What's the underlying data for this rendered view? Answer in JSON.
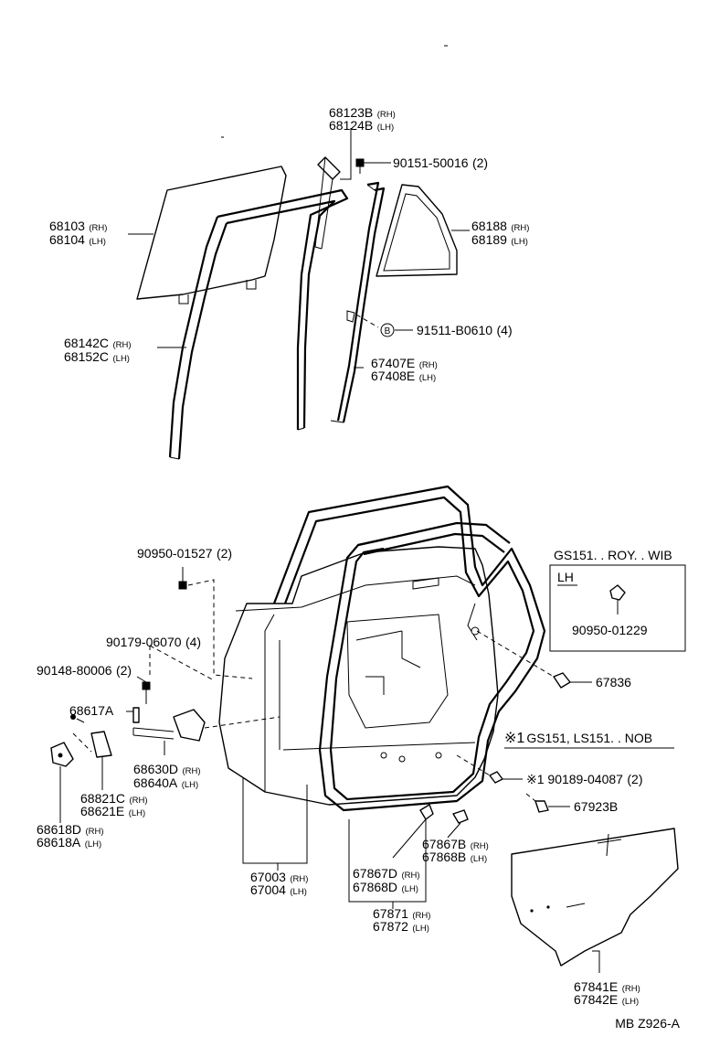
{
  "diagram_code": "MB  Z926-A",
  "parts": {
    "p68123B": {
      "number": "68123B",
      "suffix": "(RH)"
    },
    "p68124B": {
      "number": "68124B",
      "suffix": "(LH)"
    },
    "p90151": {
      "number": "90151-50016",
      "suffix": "(2)"
    },
    "p68103": {
      "number": "68103",
      "suffix": "(RH)"
    },
    "p68104": {
      "number": "68104",
      "suffix": "(LH)"
    },
    "p68188": {
      "number": "68188",
      "suffix": "(RH)"
    },
    "p68189": {
      "number": "68189",
      "suffix": "(LH)"
    },
    "p91511": {
      "number": "91511-B0610",
      "suffix": "(4)"
    },
    "p68142C": {
      "number": "68142C",
      "suffix": "(RH)"
    },
    "p68152C": {
      "number": "68152C",
      "suffix": "(LH)"
    },
    "p67407E": {
      "number": "67407E",
      "suffix": "(RH)"
    },
    "p67408E": {
      "number": "67408E",
      "suffix": "(LH)"
    },
    "p90950a": {
      "number": "90950-01527",
      "suffix": "(2)"
    },
    "p90179": {
      "number": "90179-06070",
      "suffix": "(4)"
    },
    "p90148": {
      "number": "90148-80006",
      "suffix": "(2)"
    },
    "p68617A": {
      "number": "68617A",
      "suffix": ""
    },
    "p68630D": {
      "number": "68630D",
      "suffix": "(RH)"
    },
    "p68640A": {
      "number": "68640A",
      "suffix": "(LH)"
    },
    "p68821C": {
      "number": "68821C",
      "suffix": "(RH)"
    },
    "p68621E": {
      "number": "68621E",
      "suffix": "(LH)"
    },
    "p68618D": {
      "number": "68618D",
      "suffix": "(RH)"
    },
    "p68618A": {
      "number": "68618A",
      "suffix": "(LH)"
    },
    "p67003": {
      "number": "67003",
      "suffix": "(RH)"
    },
    "p67004": {
      "number": "67004",
      "suffix": "(LH)"
    },
    "p67867D": {
      "number": "67867D",
      "suffix": "(RH)"
    },
    "p67868D": {
      "number": "67868D",
      "suffix": "(LH)"
    },
    "p67867B": {
      "number": "67867B",
      "suffix": "(RH)"
    },
    "p67868B": {
      "number": "67868B",
      "suffix": "(LH)"
    },
    "p67871": {
      "number": "67871",
      "suffix": "(RH)"
    },
    "p67872": {
      "number": "67872",
      "suffix": "(LH)"
    },
    "p67836": {
      "number": "67836",
      "suffix": ""
    },
    "p90189": {
      "number": "※1 90189-04087",
      "suffix": "(2)"
    },
    "p67923B": {
      "number": "67923B",
      "suffix": ""
    },
    "p67841E": {
      "number": "67841E",
      "suffix": "(RH)"
    },
    "p67842E": {
      "number": "67842E",
      "suffix": "(LH)"
    },
    "p90950b": {
      "number": "90950-01229",
      "suffix": ""
    }
  },
  "inset_box": {
    "title": "GS151. . ROY. . WIB",
    "sub": "LH"
  },
  "note": {
    "mark": "※1",
    "text": "GS151, LS151. . NOB"
  },
  "circled_letter": "B"
}
